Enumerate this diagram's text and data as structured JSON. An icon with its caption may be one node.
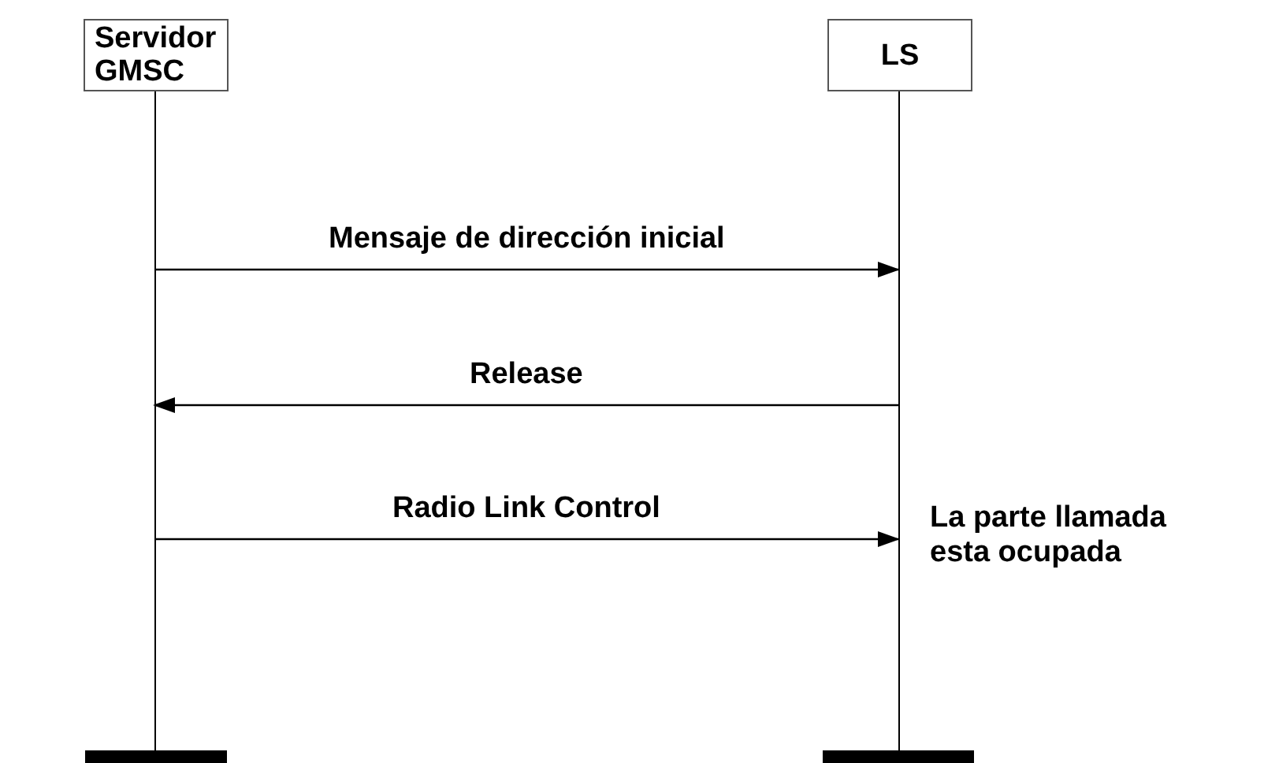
{
  "diagram": {
    "nodes": [
      {
        "text": [
          "Servidor GMSC"
        ]
      },
      {
        "text": [
          "LS"
        ]
      }
    ],
    "edges": [
      {
        "from": 0,
        "to": 1,
        "arrow": "to",
        "label": "Mensaje de dirección inicial"
      },
      {
        "from": 1,
        "to": 0,
        "arrow": "to",
        "label": "Release"
      },
      {
        "from": 0,
        "to": 1,
        "arrow": "to",
        "label": "Radio Link Control"
      }
    ],
    "labels": [
      "La parte llamada esta ocupada"
    ]
  }
}
